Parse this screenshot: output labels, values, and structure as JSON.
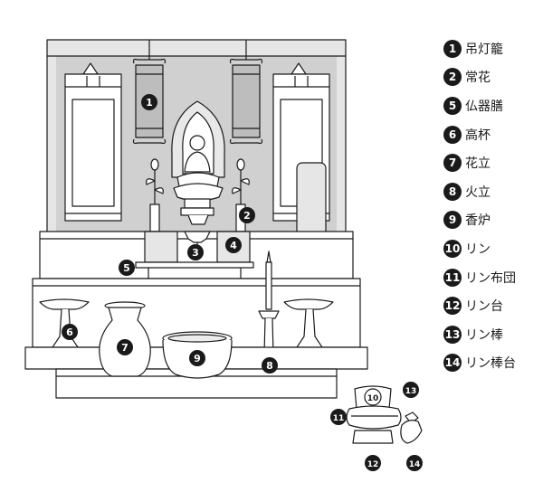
{
  "legend": [
    {
      "num": "1",
      "label": "吊灯籠"
    },
    {
      "num": "2",
      "label": "常花"
    },
    {
      "num": "5",
      "label": "仏器膳"
    },
    {
      "num": "6",
      "label": "高杯"
    },
    {
      "num": "7",
      "label": "花立"
    },
    {
      "num": "8",
      "label": "火立"
    },
    {
      "num": "9",
      "label": "香炉"
    },
    {
      "num": "10",
      "label": "リン"
    },
    {
      "num": "11",
      "label": "リン布団"
    },
    {
      "num": "12",
      "label": "リン台"
    },
    {
      "num": "13",
      "label": "リン棒"
    },
    {
      "num": "14",
      "label": "リン棒台"
    }
  ],
  "markers": {
    "m1": "1",
    "m2": "2",
    "m3": "3",
    "m4": "4",
    "m5": "5",
    "m6": "6",
    "m7": "7",
    "m8": "8",
    "m9": "9",
    "m10": "10",
    "m11": "11",
    "m12": "12",
    "m13": "13",
    "m14": "14"
  },
  "colors": {
    "ink": "#1a1a1a",
    "panel": "#d9d9d9",
    "lantern": "#bdbdbd",
    "paper": "#ffffff"
  }
}
